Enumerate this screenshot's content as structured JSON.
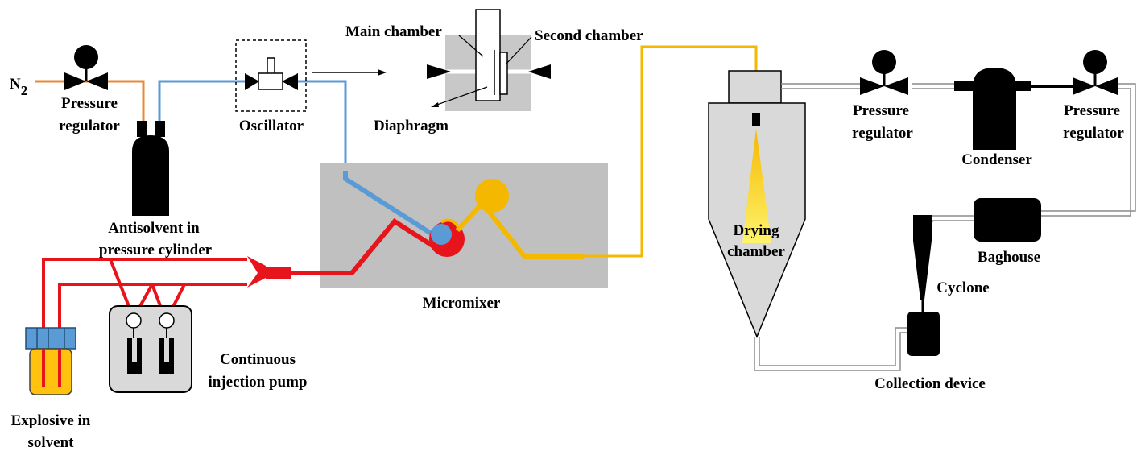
{
  "labels": {
    "n2": "N",
    "n2_sub": "2",
    "pressure_regulator_left_1": "Pressure",
    "pressure_regulator_left_2": "regulator",
    "antisolvent_1": "Antisolvent in",
    "antisolvent_2": "pressure cylinder",
    "oscillator": "Oscillator",
    "main_chamber": "Main chamber",
    "second_chamber": "Second chamber",
    "diaphragm": "Diaphragm",
    "micromixer": "Micromixer",
    "continuous_1": "Continuous",
    "continuous_2": "injection pump",
    "explosive_1": "Explosive in",
    "explosive_2": "solvent",
    "drying_1": "Drying",
    "drying_2": "chamber",
    "pressure_regulator_mid_1": "Pressure",
    "pressure_regulator_mid_2": "regulator",
    "condenser": "Condenser",
    "pressure_regulator_right_1": "Pressure",
    "pressure_regulator_right_2": "regulator",
    "baghouse": "Baghouse",
    "cyclone": "Cyclone",
    "collection": "Collection device"
  },
  "colors": {
    "n2_line": "#e8883a",
    "antisolvent_line": "#5b9bd5",
    "explosive_line": "#e8141c",
    "product_line": "#f5b800",
    "gas_line": "#8c8c8c",
    "panel_gray": "#c0c0c0",
    "chamber_gray": "#d9d9d9"
  }
}
